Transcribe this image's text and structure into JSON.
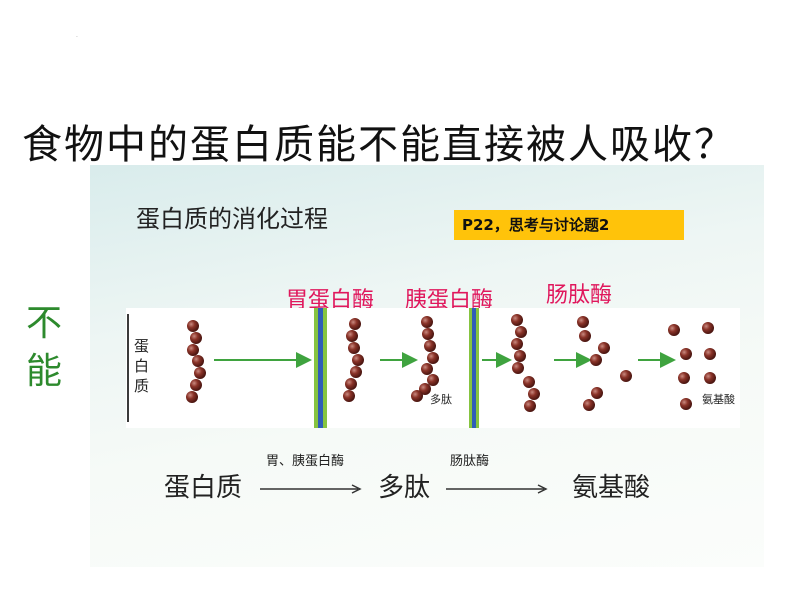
{
  "slide": {
    "marker": "·",
    "question": "食物中的蛋白质能不能直接被人吸收？",
    "answer": "不能"
  },
  "figure": {
    "title": "蛋白质的消化过程",
    "badge": "P22，思考与讨论题2",
    "enzymes": [
      "胃蛋白酶",
      "胰蛋白酶",
      "肠肽酶"
    ],
    "labels": {
      "protein": "蛋白质",
      "polypeptide": "多肽",
      "amino_acid": "氨基酸"
    },
    "equation": {
      "term1": "蛋白质",
      "enzyme1": "胃、胰蛋白酶",
      "term2": "多肽",
      "enzyme2": "肠肽酶",
      "term3": "氨基酸"
    }
  },
  "colors": {
    "enzyme_text": "#e0175c",
    "answer_text": "#2d8a2d",
    "badge_bg": "#ffc30a",
    "bead": "#7a2a22",
    "arrow": "#3fa33f",
    "membrane_green": "#86c440",
    "membrane_blue": "#2f5db8"
  }
}
